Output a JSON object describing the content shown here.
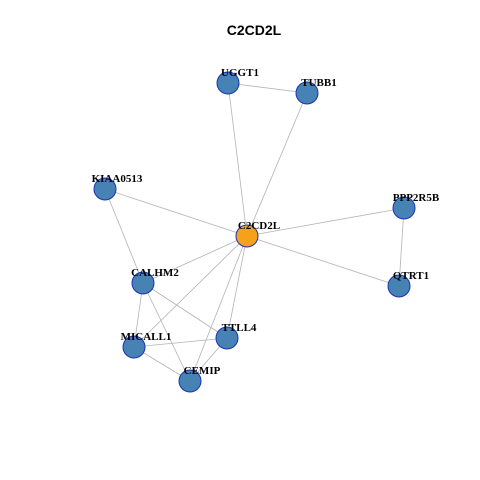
{
  "title": "C2CD2L",
  "colors": {
    "background": "#ffffff",
    "hub_node": "#F5A21A",
    "node": "#4682B4",
    "node_border": "#1a33b3",
    "edge": "#b3b3b3"
  },
  "nodes": [
    {
      "id": "C2CD2L",
      "label": "C2CD2L",
      "hub": true
    },
    {
      "id": "UGGT1",
      "label": "UGGT1",
      "hub": false
    },
    {
      "id": "TUBB1",
      "label": "TUBB1",
      "hub": false
    },
    {
      "id": "KIAA0513",
      "label": "KIAA0513",
      "hub": false
    },
    {
      "id": "PPP2R5B",
      "label": "PPP2R5B",
      "hub": false
    },
    {
      "id": "QTRT1",
      "label": "QTRT1",
      "hub": false
    },
    {
      "id": "CALHM2",
      "label": "CALHM2",
      "hub": false
    },
    {
      "id": "TTLL4",
      "label": "TTLL4",
      "hub": false
    },
    {
      "id": "MICALL1",
      "label": "MICALL1",
      "hub": false
    },
    {
      "id": "CEMIP",
      "label": "CEMIP",
      "hub": false
    }
  ],
  "edges": [
    [
      "UGGT1",
      "TUBB1"
    ],
    [
      "UGGT1",
      "C2CD2L"
    ],
    [
      "TUBB1",
      "C2CD2L"
    ],
    [
      "KIAA0513",
      "C2CD2L"
    ],
    [
      "KIAA0513",
      "CALHM2"
    ],
    [
      "PPP2R5B",
      "C2CD2L"
    ],
    [
      "PPP2R5B",
      "QTRT1"
    ],
    [
      "QTRT1",
      "C2CD2L"
    ],
    [
      "CALHM2",
      "C2CD2L"
    ],
    [
      "TTLL4",
      "C2CD2L"
    ],
    [
      "MICALL1",
      "C2CD2L"
    ],
    [
      "CEMIP",
      "C2CD2L"
    ],
    [
      "CALHM2",
      "TTLL4"
    ],
    [
      "CALHM2",
      "MICALL1"
    ],
    [
      "CALHM2",
      "CEMIP"
    ],
    [
      "MICALL1",
      "TTLL4"
    ],
    [
      "MICALL1",
      "CEMIP"
    ],
    [
      "TTLL4",
      "CEMIP"
    ]
  ]
}
